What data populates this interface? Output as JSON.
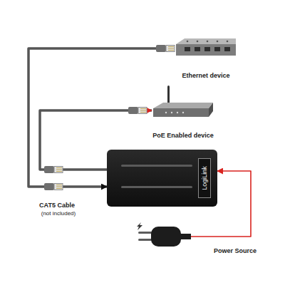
{
  "diagram": {
    "nodes": [
      {
        "text": [
          "Ethernet device"
        ]
      },
      {
        "text": [
          "PoE Enabled device"
        ]
      },
      {
        "text": [
          "LogiLink"
        ]
      },
      {
        "text": [
          "Power Source"
        ]
      }
    ],
    "edges": [
      {
        "from": 0,
        "to": 2,
        "arrow": "to"
      },
      {
        "from": 2,
        "to": 1,
        "arrow": "to"
      },
      {
        "from": 3,
        "to": 2,
        "arrow": "to"
      }
    ],
    "labels": [
      "CAT5 Cable",
      "(not included)"
    ]
  }
}
